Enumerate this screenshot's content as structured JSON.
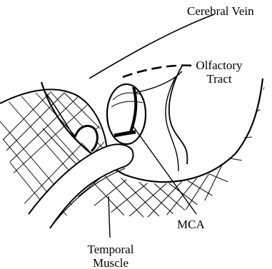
{
  "figure": {
    "labels": {
      "cerebral_vein": "Cerebral Vein",
      "olfactory_tract_line1": "Olfactory",
      "olfactory_tract_line2": "Tract",
      "mca": "MCA",
      "temporal_muscle_line1": "Temporal",
      "temporal_muscle_line2": "Muscle"
    },
    "colors": {
      "ink": "#000000",
      "paper": "#ffffff"
    }
  }
}
